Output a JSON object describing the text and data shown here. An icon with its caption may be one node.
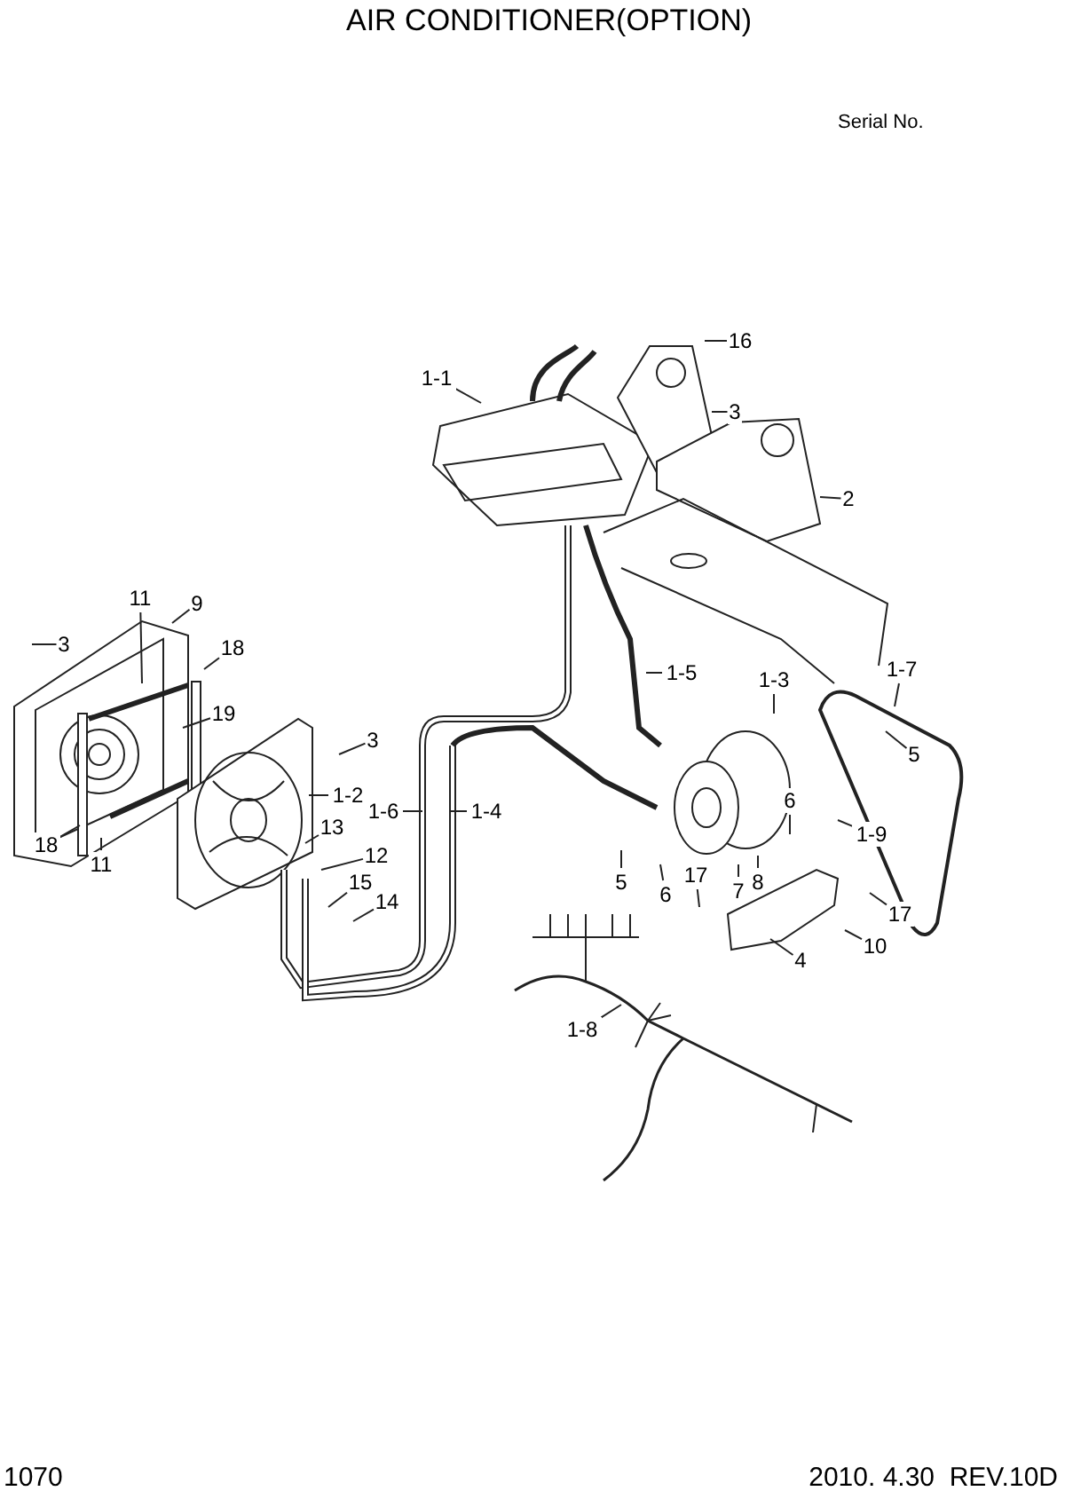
{
  "diagram": {
    "title": "AIR CONDITIONER(OPTION)",
    "nodes": [
      {
        "text": [
          "1-1"
        ]
      },
      {
        "text": [
          "16"
        ]
      },
      {
        "text": [
          "3"
        ]
      },
      {
        "text": [
          "2"
        ]
      },
      {
        "text": [
          "11"
        ]
      },
      {
        "text": [
          "9"
        ]
      },
      {
        "text": [
          "18"
        ]
      },
      {
        "text": [
          "3"
        ]
      },
      {
        "text": [
          "19"
        ]
      },
      {
        "text": [
          "3"
        ]
      },
      {
        "text": [
          "1-2"
        ]
      },
      {
        "text": [
          "18"
        ]
      },
      {
        "text": [
          "11"
        ]
      },
      {
        "text": [
          "1-6"
        ]
      },
      {
        "text": [
          "1-4"
        ]
      },
      {
        "text": [
          "13"
        ]
      },
      {
        "text": [
          "12"
        ]
      },
      {
        "text": [
          "15"
        ]
      },
      {
        "text": [
          "14"
        ]
      },
      {
        "text": [
          "1-5"
        ]
      },
      {
        "text": [
          "1-3"
        ]
      },
      {
        "text": [
          "1-7"
        ]
      },
      {
        "text": [
          "5"
        ]
      },
      {
        "text": [
          "6"
        ]
      },
      {
        "text": [
          "1-9"
        ]
      },
      {
        "text": [
          "5"
        ]
      },
      {
        "text": [
          "6"
        ]
      },
      {
        "text": [
          "17"
        ]
      },
      {
        "text": [
          "7"
        ]
      },
      {
        "text": [
          "8"
        ]
      },
      {
        "text": [
          "17"
        ]
      },
      {
        "text": [
          "4"
        ]
      },
      {
        "text": [
          "10"
        ]
      },
      {
        "text": [
          "1-8"
        ]
      }
    ],
    "edges": [
      {
        "from": 0,
        "to": null,
        "arrow": "none"
      },
      {
        "from": 1,
        "to": null,
        "arrow": "none"
      },
      {
        "from": 2,
        "to": null,
        "arrow": "none"
      },
      {
        "from": 3,
        "to": null,
        "arrow": "none"
      },
      {
        "from": 4,
        "to": null,
        "arrow": "none"
      },
      {
        "from": 5,
        "to": null,
        "arrow": "none"
      },
      {
        "from": 6,
        "to": null,
        "arrow": "none"
      },
      {
        "from": 7,
        "to": null,
        "arrow": "none"
      },
      {
        "from": 8,
        "to": null,
        "arrow": "none"
      },
      {
        "from": 9,
        "to": null,
        "arrow": "none"
      },
      {
        "from": 10,
        "to": null,
        "arrow": "none"
      },
      {
        "from": 11,
        "to": null,
        "arrow": "none"
      },
      {
        "from": 12,
        "to": null,
        "arrow": "none"
      },
      {
        "from": 13,
        "to": null,
        "arrow": "none"
      },
      {
        "from": 14,
        "to": null,
        "arrow": "none"
      },
      {
        "from": 15,
        "to": null,
        "arrow": "none"
      },
      {
        "from": 16,
        "to": null,
        "arrow": "none"
      },
      {
        "from": 17,
        "to": null,
        "arrow": "none"
      },
      {
        "from": 18,
        "to": null,
        "arrow": "none"
      },
      {
        "from": 19,
        "to": null,
        "arrow": "none"
      },
      {
        "from": 20,
        "to": null,
        "arrow": "none"
      },
      {
        "from": 21,
        "to": null,
        "arrow": "none"
      },
      {
        "from": 22,
        "to": null,
        "arrow": "none"
      },
      {
        "from": 23,
        "to": null,
        "arrow": "none"
      },
      {
        "from": 24,
        "to": null,
        "arrow": "none"
      },
      {
        "from": 25,
        "to": null,
        "arrow": "none"
      },
      {
        "from": 26,
        "to": null,
        "arrow": "none"
      },
      {
        "from": 27,
        "to": null,
        "arrow": "none"
      },
      {
        "from": 28,
        "to": null,
        "arrow": "none"
      },
      {
        "from": 29,
        "to": null,
        "arrow": "none"
      },
      {
        "from": 30,
        "to": null,
        "arrow": "none"
      },
      {
        "from": 31,
        "to": null,
        "arrow": "none"
      },
      {
        "from": 32,
        "to": null,
        "arrow": "none"
      },
      {
        "from": 33,
        "to": null,
        "arrow": "none"
      }
    ],
    "labels": [
      "Serial No.",
      "1070",
      "2010. 4.30  REV.10D"
    ]
  }
}
